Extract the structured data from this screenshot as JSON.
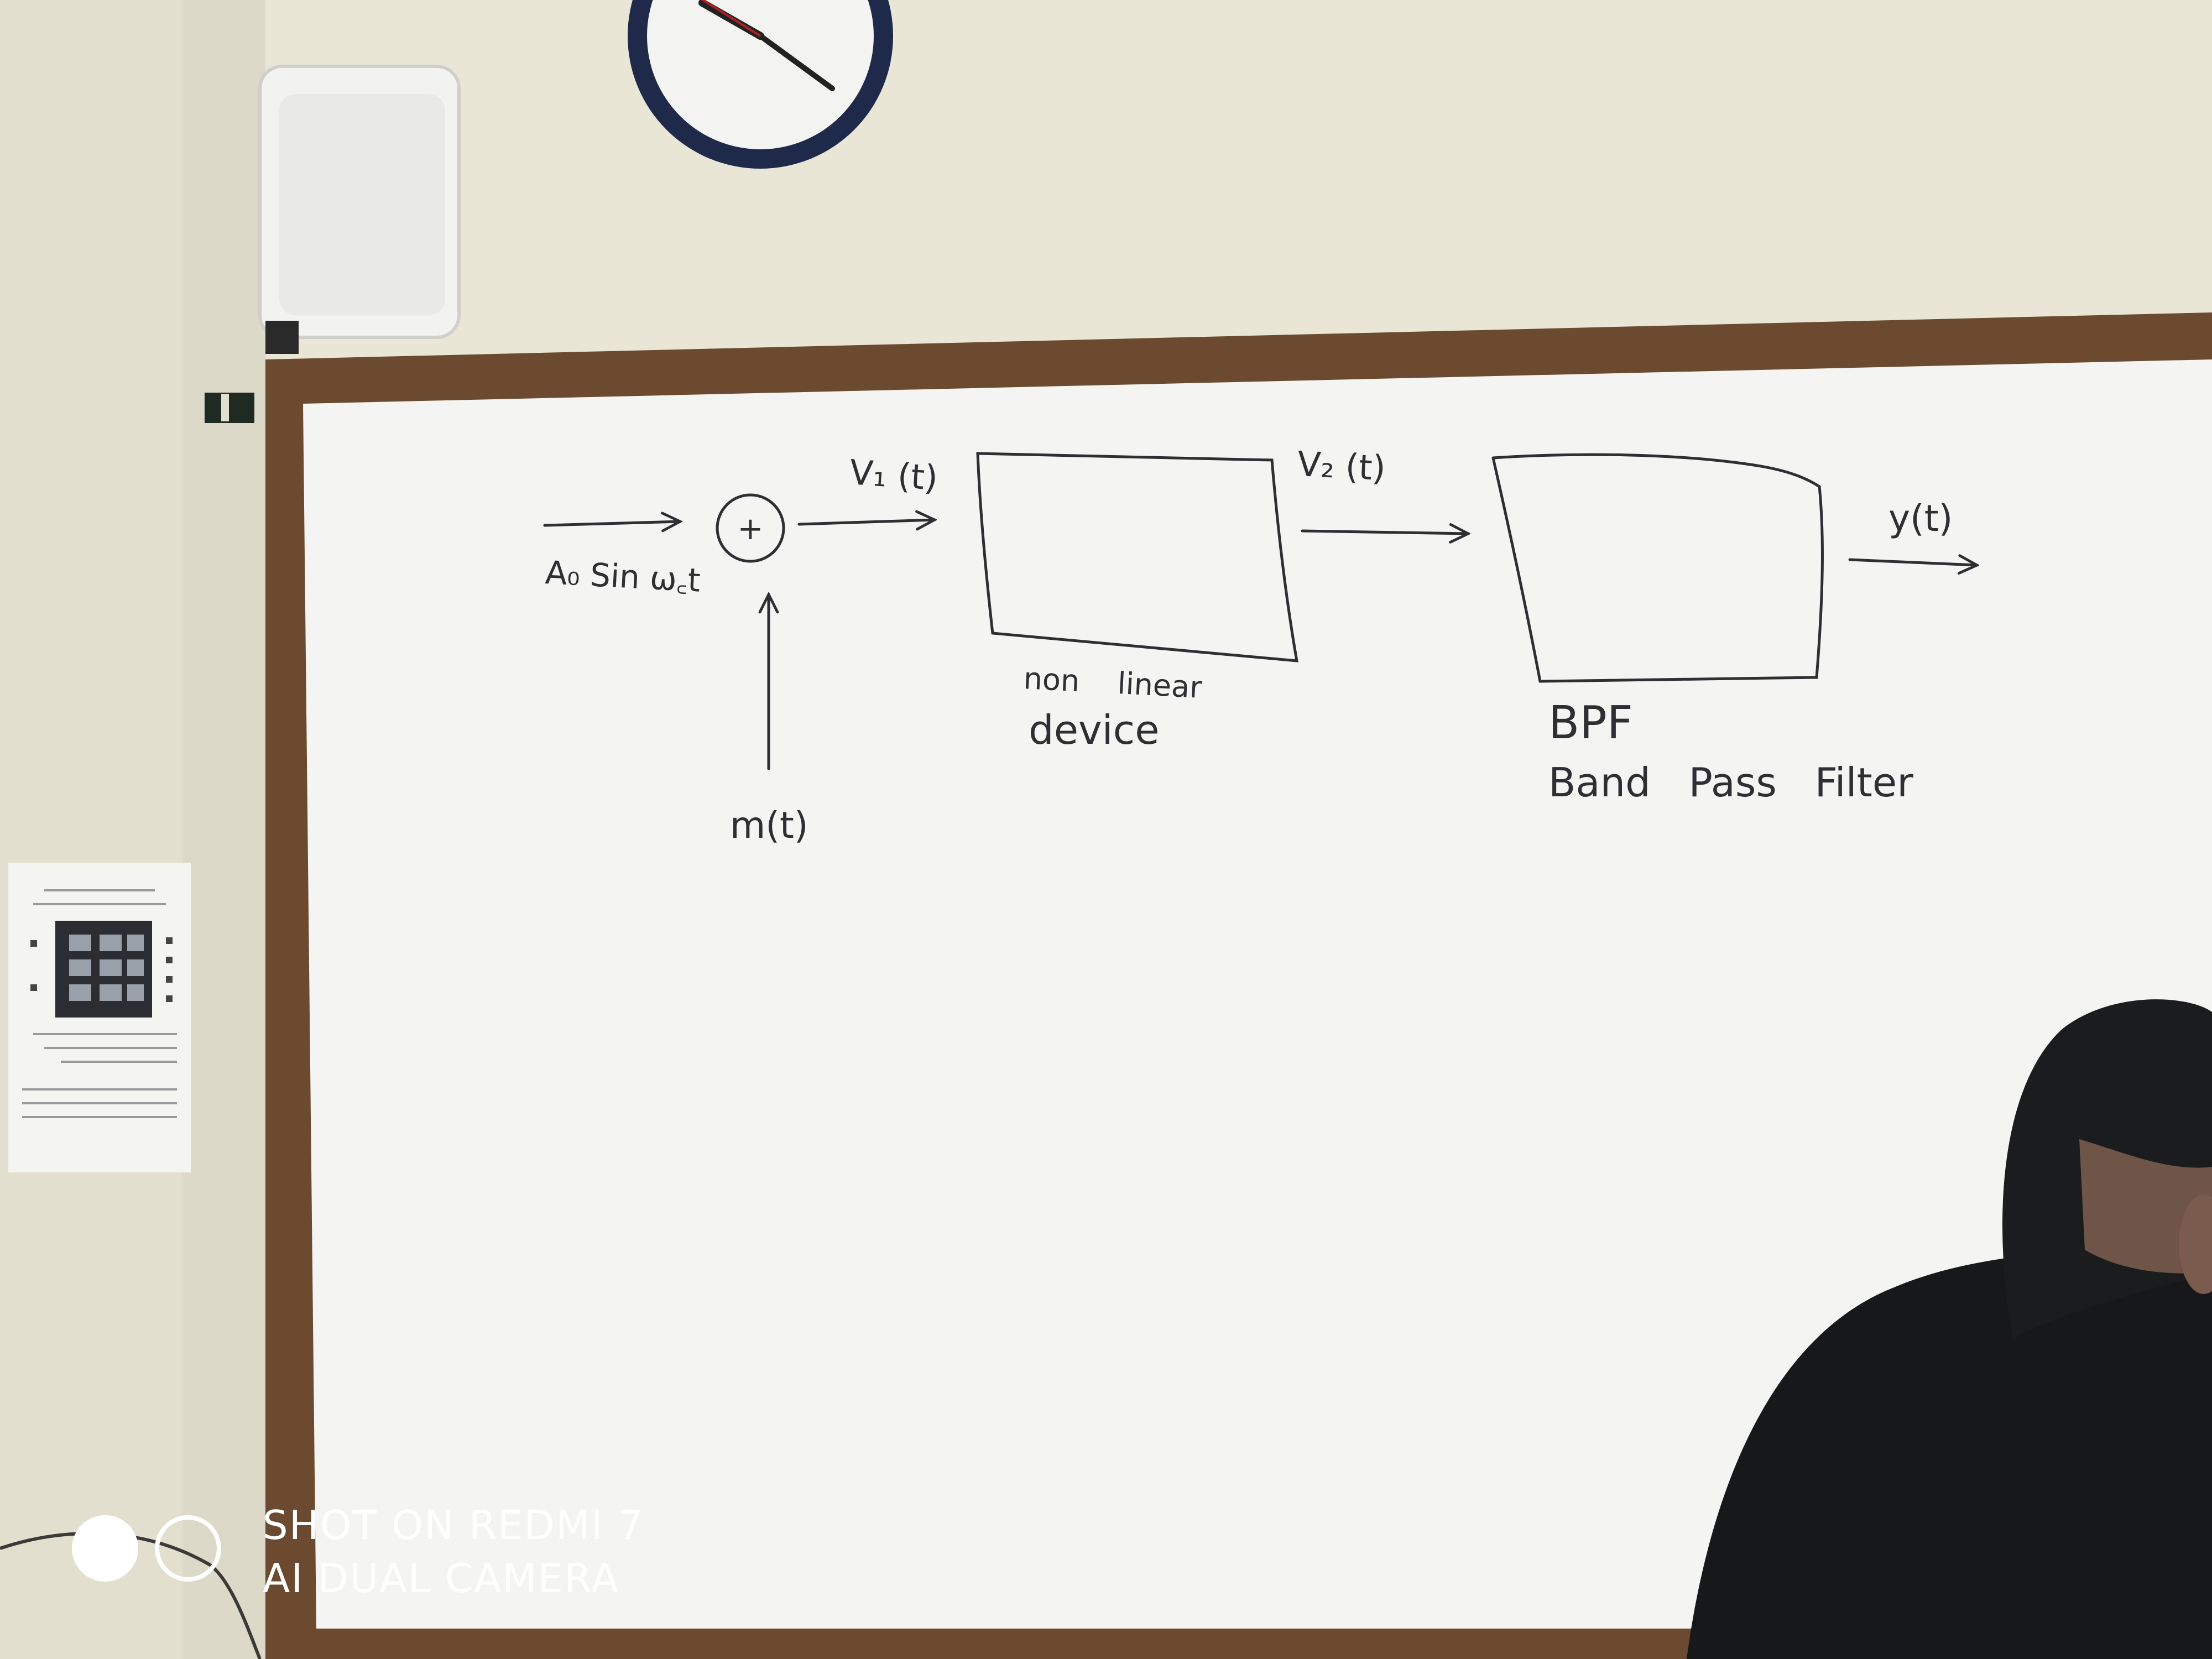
{
  "whiteboard": {
    "input_signal_label": "A₀ Sin ω꜀t",
    "summer_symbol": "+",
    "message_label": "m(t)",
    "v1_label": "V₁ (t)",
    "v2_label": "V₂ (t)",
    "output_label": "y(t)",
    "nonlinear_caption_line1": "non    linear",
    "nonlinear_caption_line2": "device",
    "bpf_abbrev": "BPF",
    "bpf_full": "Band   Pass   Filter"
  },
  "camera_watermark": {
    "line1": "SHOT ON REDMI 7",
    "line2": "AI DUAL CAMERA"
  },
  "colors": {
    "wall": "#e9e6d6",
    "board": "#f4f4f2",
    "frame": "#6b4a2f",
    "ink": "#2e2e33",
    "clock_rim": "#1f2a4a",
    "jacket": "#17181a"
  }
}
